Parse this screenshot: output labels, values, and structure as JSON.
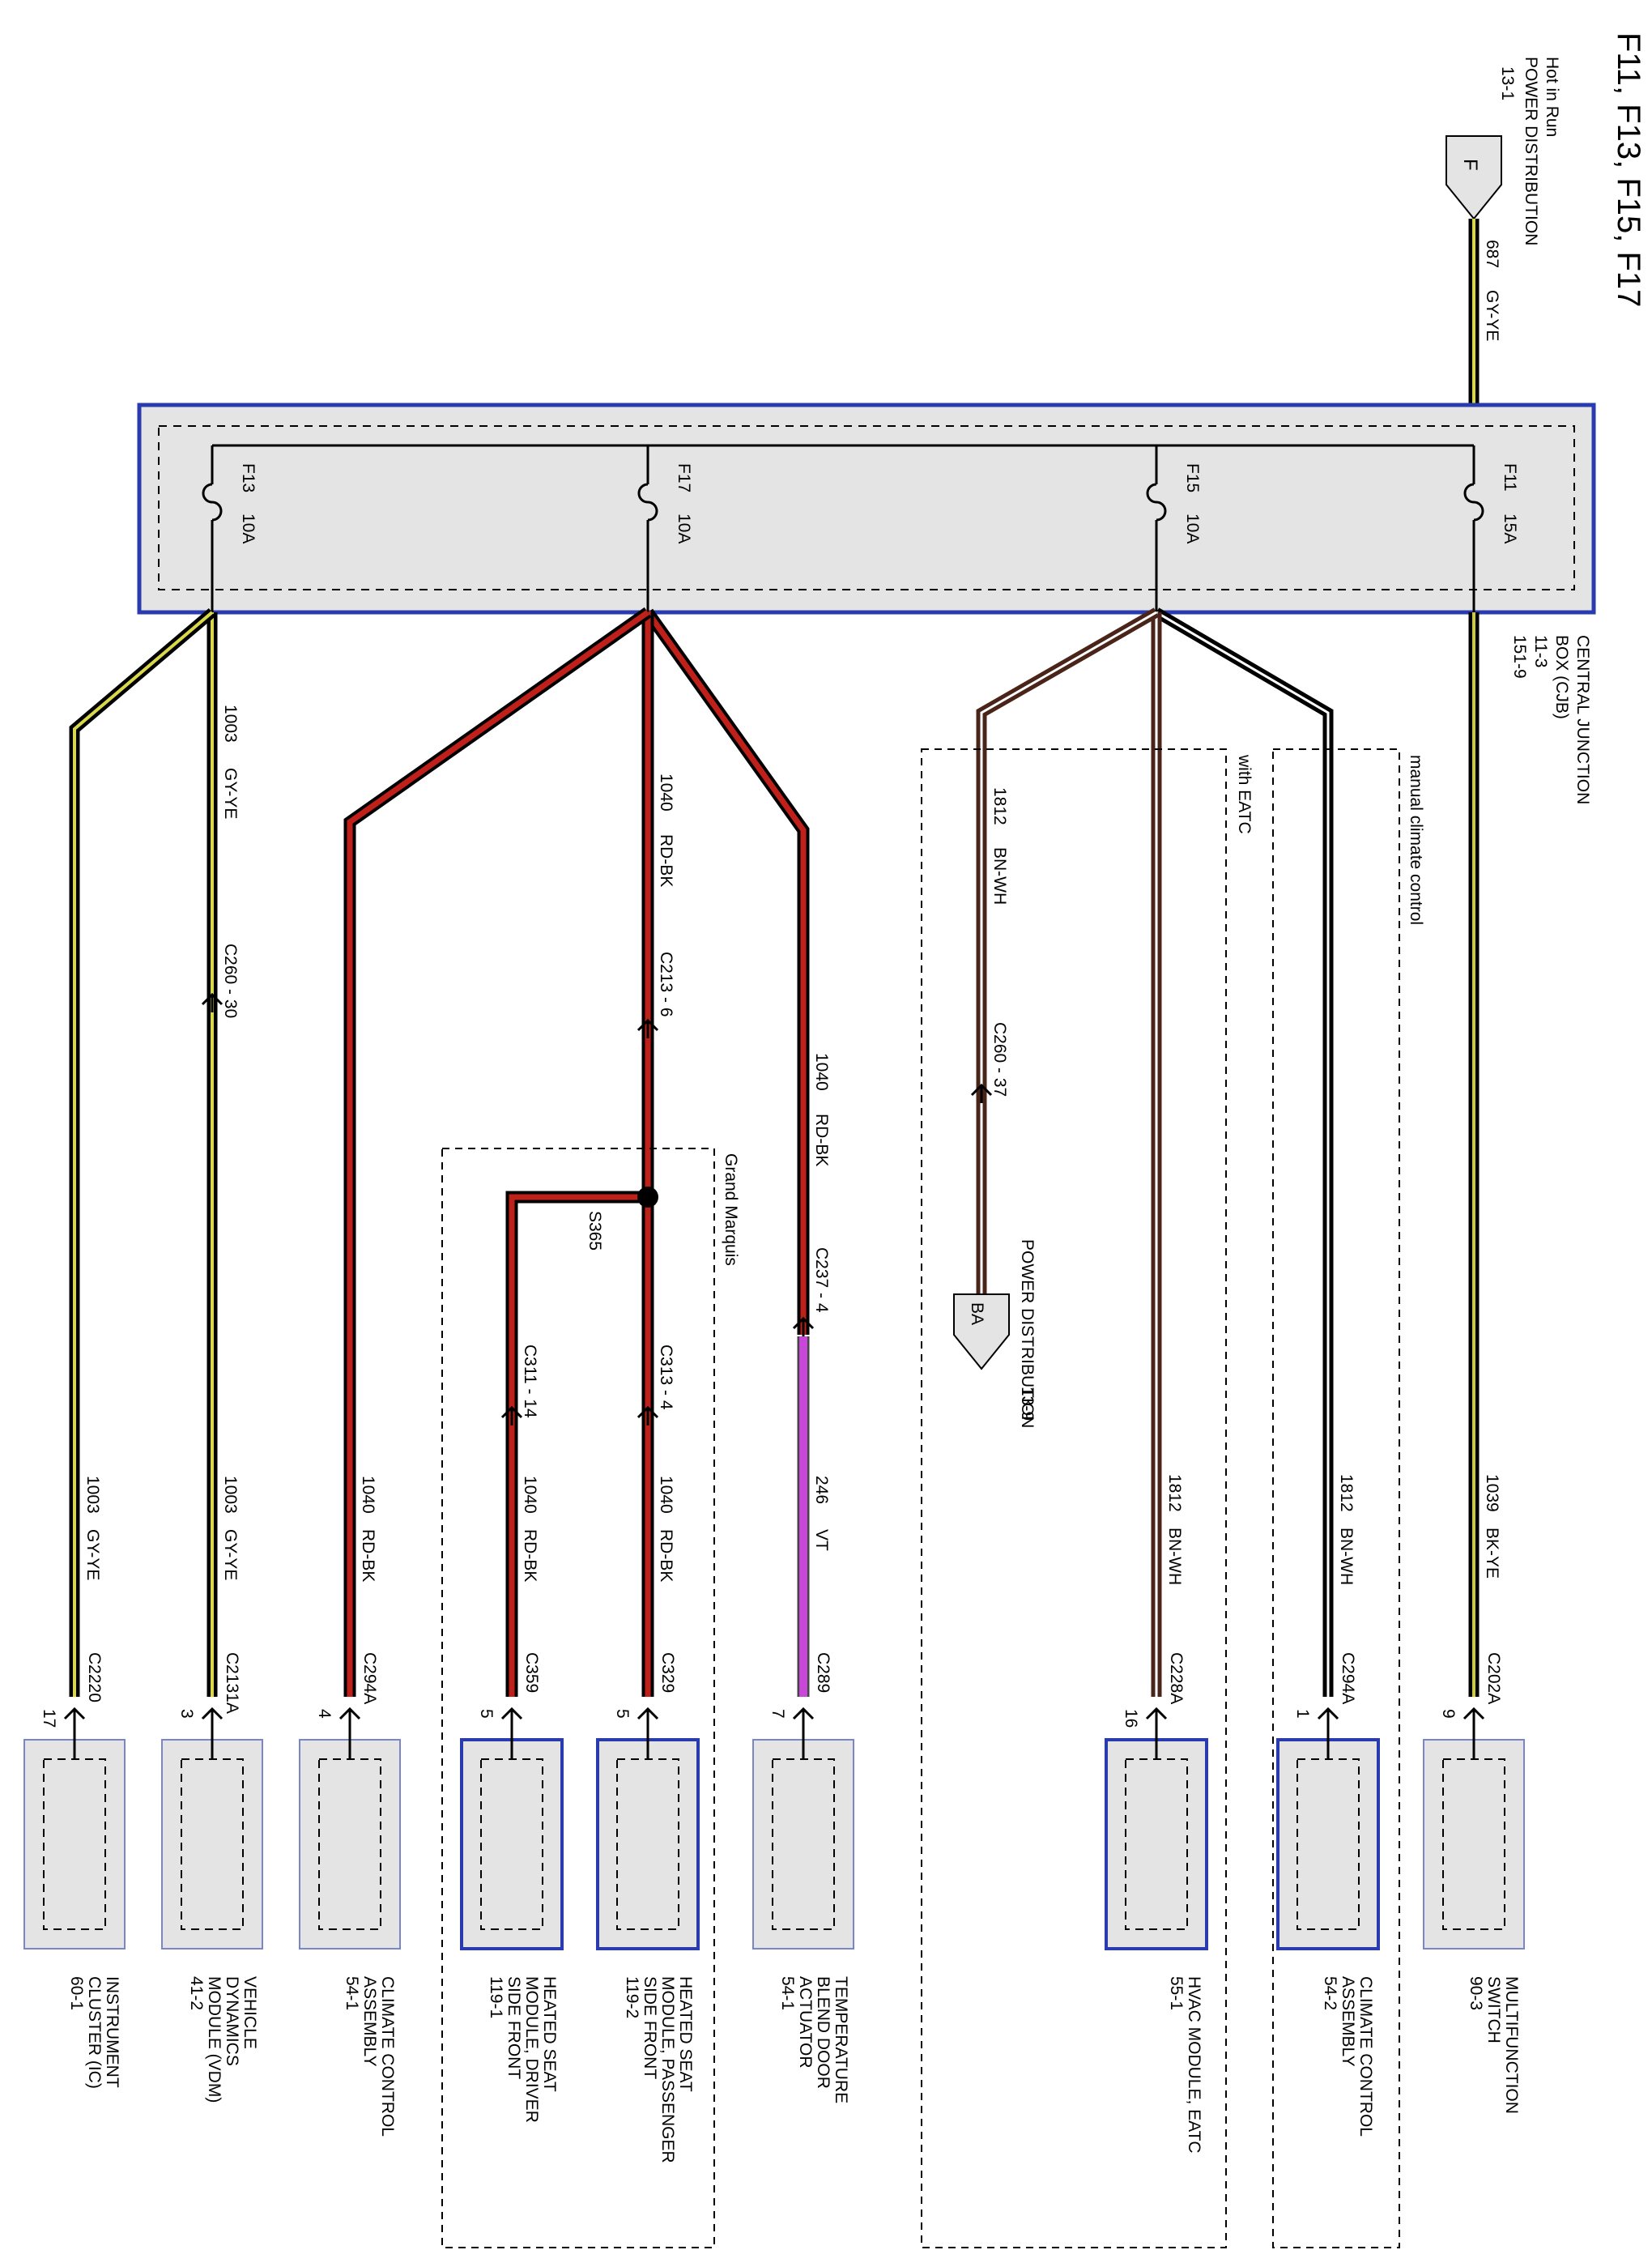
{
  "title": "F11, F13, F15, F17",
  "source": {
    "line1": "Hot in Run",
    "line2": "POWER DISTRIBUTION",
    "ref": "13-1",
    "connector": "F"
  },
  "feed_wire": {
    "number": "687",
    "color": "GY-YE"
  },
  "cjb": {
    "line1": "CENTRAL JUNCTION",
    "line2": "BOX (CJB)",
    "ref1": "11-3",
    "ref2": "151-9"
  },
  "fuses": [
    {
      "id": "F11",
      "rating": "15A"
    },
    {
      "id": "F15",
      "rating": "10A"
    },
    {
      "id": "F17",
      "rating": "10A"
    },
    {
      "id": "F13",
      "rating": "10A"
    }
  ],
  "regions": {
    "manual": "manual climate control",
    "eatc": "with EATC",
    "grand_marquis": "Grand Marquis"
  },
  "wire_labels": {
    "w1039": {
      "number": "1039",
      "color": "BK-YE"
    },
    "w1812_manual": {
      "number": "1812",
      "color": "BN-WH"
    },
    "w1812_hvac": {
      "number": "1812",
      "color": "BN-WH"
    },
    "w1812_top": {
      "number": "1812",
      "color": "BN-WH"
    },
    "w1040_temp": {
      "number": "1040",
      "color": "RD-BK"
    },
    "w246": {
      "number": "246",
      "color": "VT"
    },
    "w1040_main": {
      "number": "1040",
      "color": "RD-BK"
    },
    "w1040_pass": {
      "number": "1040",
      "color": "RD-BK"
    },
    "w1040_drv": {
      "number": "1040",
      "color": "RD-BK"
    },
    "w1040_cc": {
      "number": "1040",
      "color": "RD-BK"
    },
    "w1003_top": {
      "number": "1003",
      "color": "GY-YE"
    },
    "w1003_vdm": {
      "number": "1003",
      "color": "GY-YE"
    },
    "w1003_ic": {
      "number": "1003",
      "color": "GY-YE"
    }
  },
  "inline_connectors": {
    "c260_37": "C260 - 37",
    "c237_4": "C237 - 4",
    "c213_6": "C213 - 6",
    "c313_4": "C313 - 4",
    "c311_14": "C311 - 14",
    "c260_30": "C260 - 30"
  },
  "splice": "S365",
  "power_dist_2": {
    "connector": "BA",
    "line1": "POWER DISTRIBUTION",
    "ref": "13-9"
  },
  "modules": [
    {
      "connector": "C202A",
      "pin": "9",
      "name1": "MULTIFUNCTION",
      "name2": "SWITCH",
      "name3": "",
      "name4": "",
      "ref": "90-3"
    },
    {
      "connector": "C294A",
      "pin": "1",
      "name1": "CLIMATE CONTROL",
      "name2": "ASSEMBLY",
      "name3": "",
      "name4": "",
      "ref": "54-2"
    },
    {
      "connector": "C228A",
      "pin": "16",
      "name1": "HVAC MODULE, EATC",
      "name2": "",
      "name3": "",
      "name4": "",
      "ref": "55-1"
    },
    {
      "connector": "C289",
      "pin": "7",
      "name1": "TEMPERATURE",
      "name2": "BLEND DOOR",
      "name3": "ACTUATOR",
      "name4": "",
      "ref": "54-1"
    },
    {
      "connector": "C329",
      "pin": "5",
      "name1": "HEATED SEAT",
      "name2": "MODULE, PASSENGER",
      "name3": "SIDE FRONT",
      "name4": "",
      "ref": "119-2"
    },
    {
      "connector": "C359",
      "pin": "5",
      "name1": "HEATED SEAT",
      "name2": "MODULE, DRIVER",
      "name3": "SIDE FRONT",
      "name4": "",
      "ref": "119-1"
    },
    {
      "connector": "C294A",
      "pin": "4",
      "name1": "CLIMATE CONTROL",
      "name2": "ASSEMBLY",
      "name3": "",
      "name4": "",
      "ref": "54-1"
    },
    {
      "connector": "C2131A",
      "pin": "3",
      "name1": "VEHICLE",
      "name2": "DYNAMICS",
      "name3": "MODULE (VDM)",
      "name4": "",
      "ref": "41-2"
    },
    {
      "connector": "C2220",
      "pin": "17",
      "name1": "INSTRUMENT",
      "name2": "CLUSTER (IC)",
      "name3": "",
      "name4": "",
      "ref": "60-1"
    }
  ],
  "colors": {
    "frame_blue": "#2a3bb0",
    "box_fill": "#e4e4e4",
    "gy_ye": "#d8d84a",
    "bn_wh": "#4a2418",
    "rd_bk": "#c0201a",
    "vt": "#c846d8",
    "bk_ye": "#c9c94a"
  }
}
